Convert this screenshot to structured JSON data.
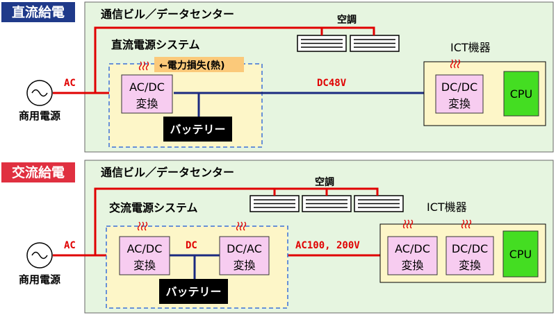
{
  "dc_section": {
    "tag": "直流給電",
    "facility": "通信ビル／データセンター",
    "system": "直流電源システム",
    "hvac": "空調",
    "ict": "ICT機器",
    "power_loss": "←電力損失(熱)",
    "input_label": "AC",
    "utility_label": "商用電源",
    "converter_line1": "AC/DC",
    "converter_line2": "変換",
    "battery": "バッテリー",
    "bus_label": "DC48V",
    "ict_converter_line1": "DC/DC",
    "ict_converter_line2": "変換",
    "cpu": "CPU"
  },
  "ac_section": {
    "tag": "交流給電",
    "facility": "通信ビル／データセンター",
    "system": "交流電源システム",
    "hvac": "空調",
    "ict": "ICT機器",
    "input_label": "AC",
    "utility_label": "商用電源",
    "rectifier_line1": "AC/DC",
    "rectifier_line2": "変換",
    "dc_link_label": "DC",
    "inverter_line1": "DC/AC",
    "inverter_line2": "変換",
    "battery": "バッテリー",
    "bus_label": "AC100, 200V",
    "ict_converter1_line1": "AC/DC",
    "ict_converter1_line2": "変換",
    "ict_converter2_line1": "DC/DC",
    "ict_converter2_line2": "変換",
    "cpu": "CPU"
  },
  "colors": {
    "tag_dc": "#1f3a8a",
    "tag_ac": "#e03040",
    "panel": "#e6f5e0",
    "system_fill": "#fdf6c8",
    "system_border": "#3a6fd8",
    "ict_fill": "#fdf6c8",
    "converter": "#f7ccf0",
    "cpu": "#44dd22",
    "ac_line": "#e00000",
    "dc_line": "#1a2a80",
    "loss_note": "#fbc97a"
  }
}
